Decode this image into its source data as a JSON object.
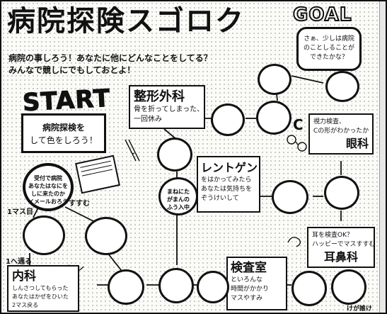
{
  "title": "病院探険スゴロク",
  "intro": {
    "line1": "病院の事しろう！あなたに他にどんなことをしてる？",
    "line2": "みんなで競しにでもしておとよ！"
  },
  "start": {
    "label": "START",
    "box_lines": [
      "病院探検を",
      "して色をしろう！"
    ],
    "first_space_lines": [
      "受付で病院",
      "あなたはなにを",
      "しに来たのか",
      "イメールおろう"
    ],
    "first_note": "1マス目"
  },
  "goal": {
    "label": "GOAL",
    "box_lines": [
      "さぁ、少しは病院",
      "のことしることが",
      "できたかな？"
    ]
  },
  "squares": {
    "seikei": {
      "title": "整形外科",
      "lines": [
        "骨を折ってしまった、",
        "一回休み"
      ]
    },
    "rentogen": {
      "title": "レントゲン",
      "lines": [
        "をはかってみたら",
        "あなたは気持ちを",
        "ぞうけいして"
      ]
    },
    "ganka": {
      "title": "眼科",
      "lines": [
        "視力検査、",
        "Cの形がわかったか"
      ]
    },
    "jibika": {
      "title": "耳鼻科",
      "lines": [
        "耳を検査OK？",
        "ハッピーでマスすすむ"
      ]
    },
    "kensa": {
      "title": "検査室",
      "lines": [
        "といろんな",
        "時間がかかり",
        "マスやすみ"
      ]
    },
    "naika": {
      "title": "内科",
      "lines": [
        "しんさつしてもらった",
        "あなたはかぜをひいた",
        "2マス戻る"
      ]
    }
  },
  "space_notes": {
    "center": [
      "まねにた",
      "がまんの",
      "ふう入中"
    ],
    "left_hint": "1へ通る",
    "right_hint": "すすむ"
  },
  "footer": {
    "credit": "けが誰け"
  }
}
